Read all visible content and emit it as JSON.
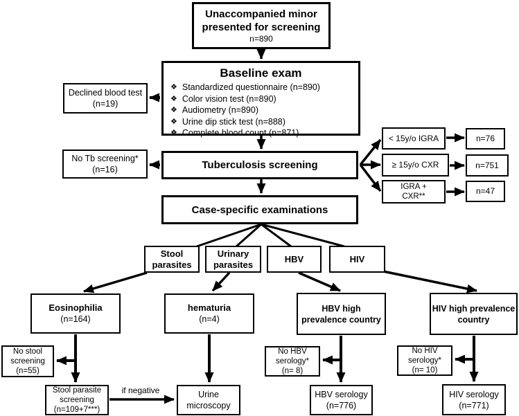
{
  "figure": "Screening flowchart for unaccompanied minors",
  "colors": {
    "border": "#000000",
    "background": "#ffffff",
    "text": "#000000"
  },
  "nodes": {
    "start": {
      "line1": "Unaccompanied minor",
      "line2": "presented  for screening",
      "n": "n=890"
    },
    "baseline": {
      "title": "Baseline exam",
      "bullet": "❖",
      "items": [
        "Standardized questionnaire (n=890)",
        "Color vision test (n=890)",
        "Audiometry (n=890)",
        "Urine dip stick test (n=888)",
        "Complete blood count (n=871)"
      ]
    },
    "declined_blood": {
      "line1": "Declined blood test",
      "n": "(n=19)"
    },
    "tuberculosis": {
      "title": "Tuberculosis screening"
    },
    "no_tb": {
      "line1": "No Tb screening*",
      "n": "(n=16)"
    },
    "igra": {
      "label": "< 15y/o IGRA"
    },
    "igra_n": {
      "label": "n=76"
    },
    "cxr": {
      "label": "≥ 15y/o CXR"
    },
    "cxr_n": {
      "label": "n=751"
    },
    "igra_cxr": {
      "line1": "IGRA +",
      "line2": "CXR**"
    },
    "igra_cxr_n": {
      "label": "n=47"
    },
    "case_specific": {
      "title": "Case-specific examinations"
    },
    "stool_parasites": {
      "line1": "Stool",
      "line2": "parasites"
    },
    "urinary_parasites": {
      "line1": "Urinary",
      "line2": "parasites"
    },
    "hbv": {
      "label": "HBV"
    },
    "hiv": {
      "label": "HIV"
    },
    "eosinophilia": {
      "line1": "Eosinophilia",
      "n": "(n=164)"
    },
    "hematuria": {
      "line1": "hematuria",
      "n": "(n=4)"
    },
    "hbv_high": {
      "line1": "HBV high",
      "line2": "prevalence country"
    },
    "hiv_high": {
      "line1": "HIV high prevalence",
      "line2": "country"
    },
    "no_stool": {
      "line1": "No stool",
      "line2": "screening",
      "n": "(n=55)"
    },
    "stool_screening": {
      "line1": "Stool parasite",
      "line2": "screening",
      "n": "(n=109+7***)"
    },
    "edge_label_if_negative": "if negative",
    "urine_microscopy": {
      "line1": "Urine",
      "line2": "microscopy"
    },
    "no_hbv": {
      "line1": "No HBV",
      "line2": "serology*",
      "n": "(n= 8)"
    },
    "hbv_serology": {
      "line1": "HBV serology",
      "n": "(n=776)"
    },
    "no_hiv": {
      "line1": "No HIV",
      "line2": "serology*",
      "n": "(n= 10)"
    },
    "hiv_serology": {
      "line1": "HIV serology",
      "n": "(n=771)"
    }
  }
}
